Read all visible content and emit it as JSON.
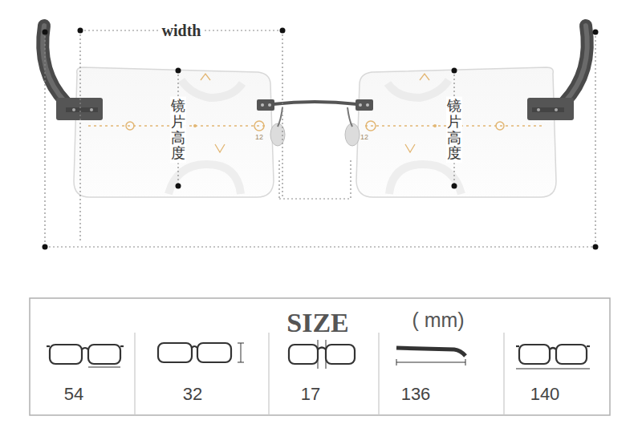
{
  "diagram": {
    "labels": [
      "width",
      "镜片高度",
      "镜片高度",
      "12",
      "12",
      "SIZE",
      "( mm)",
      "54",
      "32",
      "17",
      "136",
      "140"
    ]
  }
}
